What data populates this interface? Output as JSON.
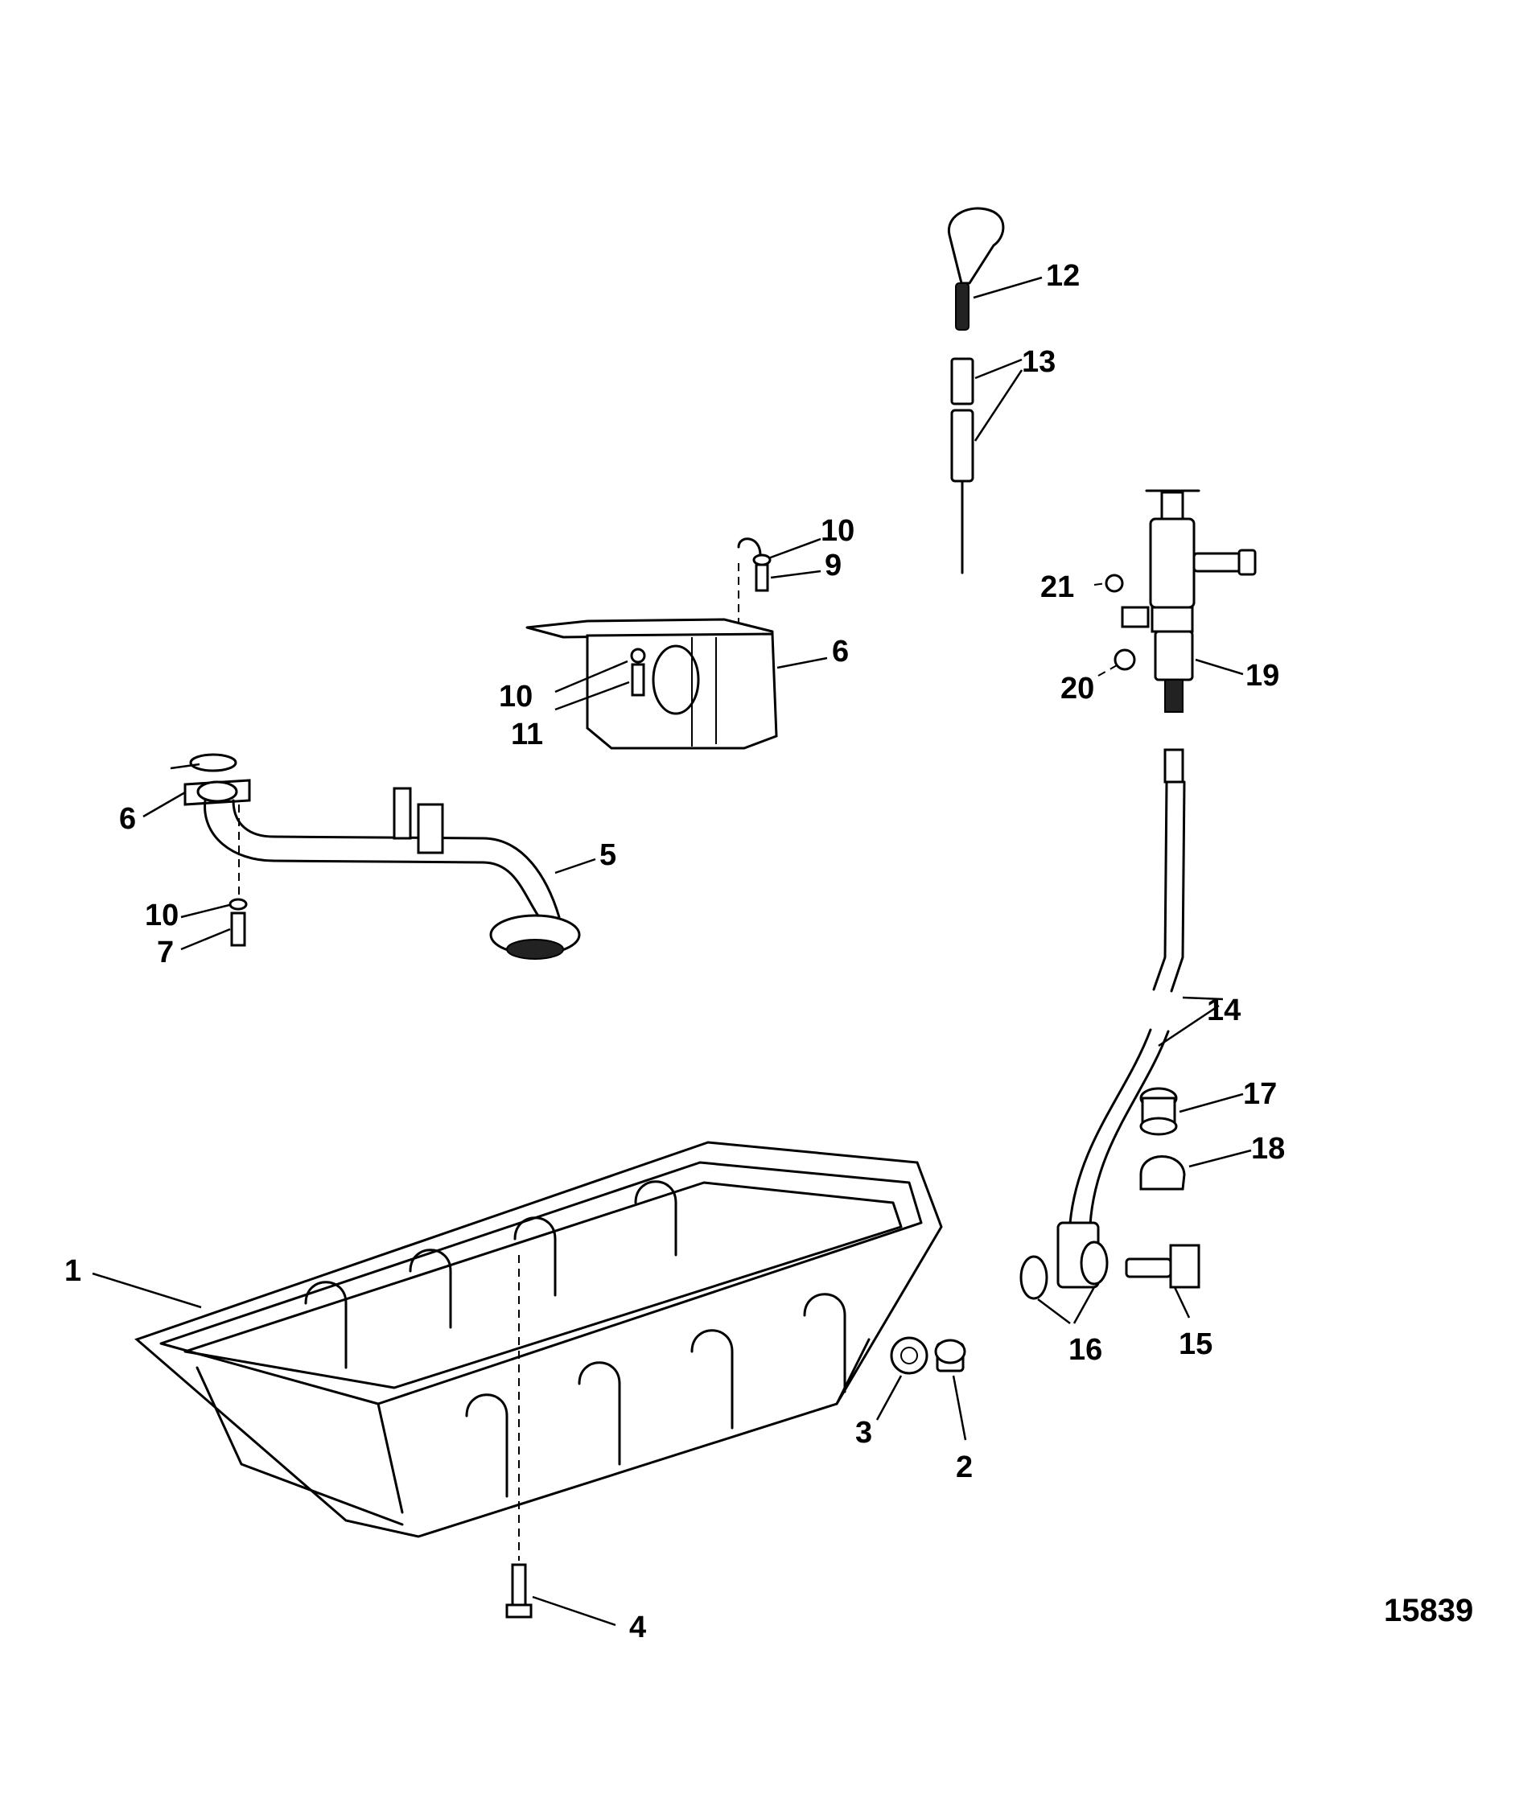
{
  "figure_number": "15839",
  "callouts": {
    "c1": "1",
    "c2": "2",
    "c3": "3",
    "c4": "4",
    "c5": "5",
    "c6a": "6",
    "c6b": "6",
    "c7": "7",
    "c9": "9",
    "c10a": "10",
    "c10b": "10",
    "c10c": "10",
    "c11": "11",
    "c12": "12",
    "c13": "13",
    "c14": "14",
    "c15": "15",
    "c16": "16",
    "c17": "17",
    "c18": "18",
    "c19": "19",
    "c20": "20",
    "c21": "21"
  }
}
